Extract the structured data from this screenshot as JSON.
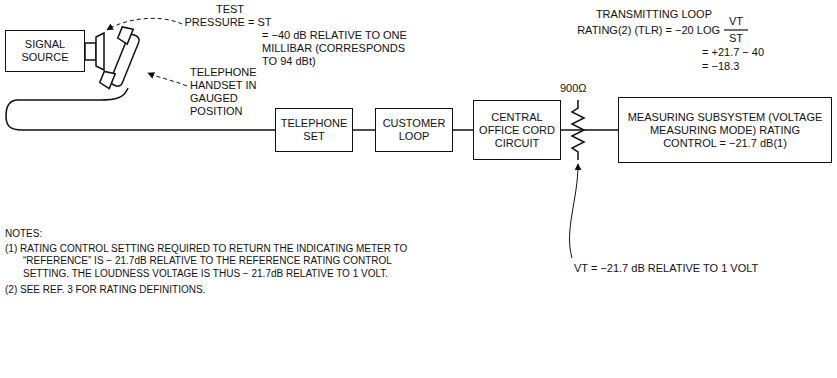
{
  "diagram": {
    "nodes": [
      {
        "text": [
          "SIGNAL SOURCE"
        ]
      },
      {
        "text": [
          "TELEPHONE SET"
        ]
      },
      {
        "text": [
          "CUSTOMER LOOP"
        ]
      },
      {
        "text": [
          "CENTRAL OFFICE CORD CIRCUIT"
        ]
      },
      {
        "text": [
          "MEASURING SUBSYSTEM (VOLTAGE MEASURING MODE) RATING CONTROL = −21.7 dB(1)"
        ]
      }
    ],
    "edges": [
      {
        "from": 1,
        "to": 2,
        "arrow": "none"
      },
      {
        "from": 2,
        "to": 3,
        "arrow": "none"
      },
      {
        "from": 3,
        "to": 4,
        "arrow": "none"
      }
    ],
    "labels": [
      "TEST",
      "PRESSURE = ST",
      "= −40 dB RELATIVE TO ONE MILLIBAR (CORRESPONDS TO 94 dBt)",
      "TELEPHONE HANDSET IN GAUGED POSITION",
      "TRANSMITTING LOOP",
      "RATING(2) (TLR) = −20 LOG",
      "VT",
      "ST",
      "= +21.7 − 40",
      "= −18.3",
      "900Ω",
      "VT = −21.7 dB RELATIVE TO 1 VOLT",
      "NOTES:",
      "(1) RATING CONTROL SETTING REQUIRED TO RETURN THE INDICATING METER TO “REFERENCE” IS − 21.7dB RELATIVE TO THE REFERENCE RATING CONTROL SETTING. THE LOUDNESS VOLTAGE IS THUS − 21.7dB RELATIVE TO 1 VOLT.",
      "(2) SEE REF. 3 FOR RATING DEFINITIONS."
    ]
  }
}
